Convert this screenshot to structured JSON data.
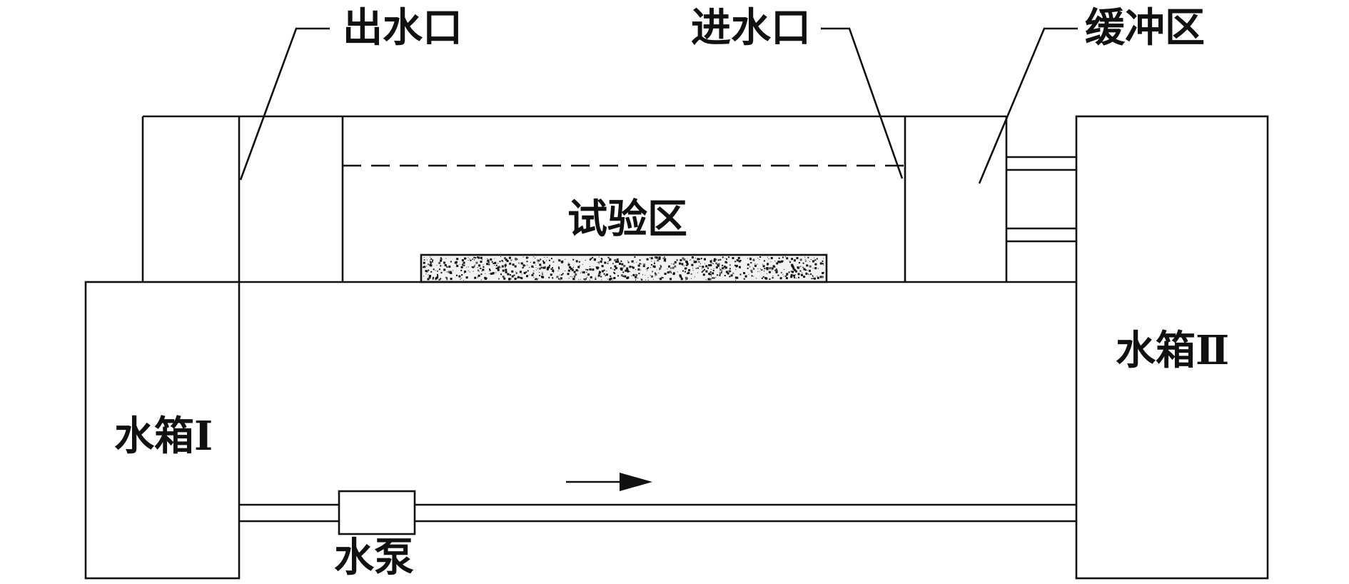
{
  "labels": {
    "outlet": "出水口",
    "inlet": "进水口",
    "buffer_zone": "缓冲区",
    "test_zone": "试验区",
    "tank_1": "水箱I",
    "tank_2": "水箱Ⅱ",
    "pump": "水泵"
  },
  "colors": {
    "line": "#111111",
    "background": "#ffffff",
    "sample_fill": "#f2f2f2"
  },
  "flow_arrow": {
    "direction": "right"
  }
}
